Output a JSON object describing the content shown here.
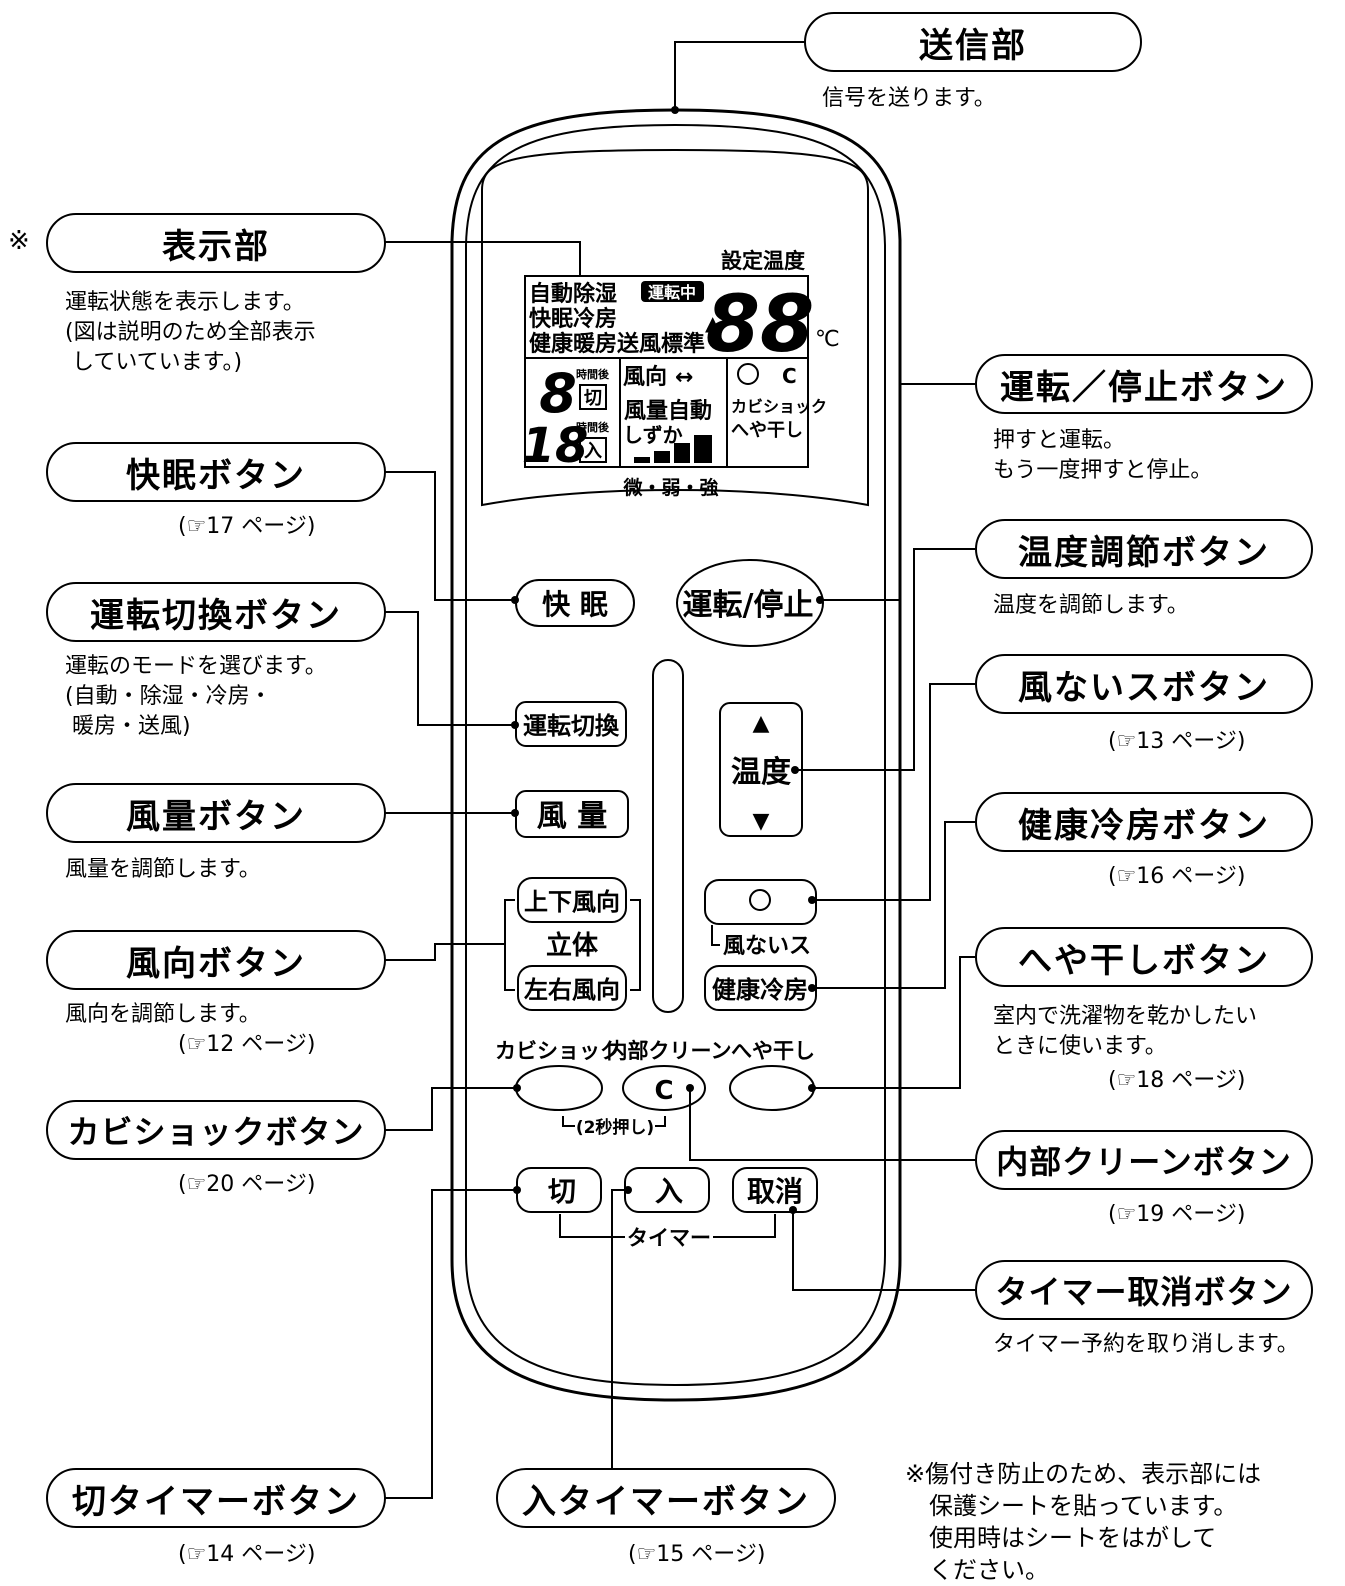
{
  "callouts": {
    "transmitter": {
      "title": "送信部",
      "desc": "信号を送ります。"
    },
    "display": {
      "title": "表示部",
      "desc": "運転状態を表示します。\n(図は説明のため全部表示\n していています。)"
    },
    "run_stop": {
      "title": "運転／停止ボタン",
      "desc": "押すと運転。\nもう一度押すと停止。"
    },
    "sleep": {
      "title": "快眠ボタン",
      "ref": "(☞17 ページ)"
    },
    "temp": {
      "title": "温度調節ボタン",
      "desc": "温度を調節します。"
    },
    "mode": {
      "title": "運転切換ボタン",
      "desc": "運転のモードを選びます。\n(自動・除湿・冷房・\n 暖房・送風)"
    },
    "no_wind": {
      "title": "風ないスボタン",
      "ref": "(☞13 ページ)"
    },
    "fan": {
      "title": "風量ボタン",
      "desc": "風量を調節します。"
    },
    "healthy_cool": {
      "title": "健康冷房ボタン",
      "ref": "(☞16 ページ)"
    },
    "direction": {
      "title": "風向ボタン",
      "desc": "風向を調節します。",
      "ref": "(☞12 ページ)"
    },
    "room_dry": {
      "title": "へや干しボタン",
      "desc": "室内で洗濯物を乾かしたい\nときに使います。",
      "ref": "(☞18 ページ)"
    },
    "mold_shock": {
      "title": "カビショックボタン",
      "ref": "(☞20 ページ)"
    },
    "internal_clean": {
      "title": "内部クリーンボタン",
      "ref": "(☞19 ページ)"
    },
    "timer_cancel": {
      "title": "タイマー取消ボタン",
      "desc": "タイマー予約を取り消します。"
    },
    "off_timer": {
      "title": "切タイマーボタン",
      "ref": "(☞14 ページ)"
    },
    "on_timer": {
      "title": "入タイマーボタン",
      "ref": "(☞15 ページ)"
    }
  },
  "asterisk": "※",
  "footnote": [
    "※傷付き防止のため、表示部には",
    "　保護シートを貼っています。",
    "　使用時はシートをはがして",
    "　ください。"
  ],
  "remote": {
    "lcd": {
      "set_temp_label": "設定温度",
      "modes_row1": "自動除湿",
      "running_badge": "運転中",
      "modes_row2": "快眠冷房",
      "modes_row3": "健康暖房送風標準",
      "temp_digits": "88",
      "celsius": "℃",
      "off_timer_digit": "8",
      "on_timer_digit": "18",
      "hours_after": "時間後",
      "off_box": "切",
      "on_box": "入",
      "wind_dir": "風向",
      "fan_auto": "風量自動",
      "quiet": "しずか",
      "mold_label": "カビショック",
      "dry_label": "へや干し",
      "fan_levels": "微・弱・強"
    },
    "buttons": {
      "sleep": "快 眠",
      "run_stop": "運転/停止",
      "mode": "運転切換",
      "temp": "温度",
      "fan": "風 量",
      "vertical": "上下風向",
      "stereo": "立体",
      "horizontal": "左右風向",
      "no_wind_label": "風ないス",
      "healthy_cool": "健康冷房",
      "mold_shock": "カビショック",
      "internal_clean": "内部クリーン",
      "room_dry": "へや干し",
      "clean_glyph": "C",
      "two_sec": "(2秒押し)",
      "timer_off": "切",
      "timer_on": "入",
      "timer_cancel": "取消",
      "timer_label": "タイマー"
    }
  }
}
